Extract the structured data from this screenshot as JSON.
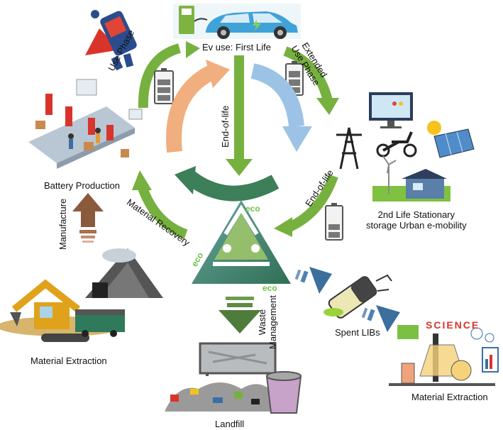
{
  "labels": {
    "ev_first_life": "Ev use: First Life",
    "use_phase": "Use Phase",
    "extended_line1": "Extended",
    "extended_line2": "Use Phase",
    "end_of_life_center": "End-of-life",
    "end_of_life_right": "End-of-life",
    "battery_production": "Battery Production",
    "second_life_line1": "2nd Life Stationary",
    "second_life_line2": "storage Urban e-mobility",
    "manufacture": "Manufacture",
    "material_recovery": "Material Recovery",
    "waste_line1": "Waste",
    "waste_line2": "Management",
    "spent_libs": "Spent LIBs",
    "material_extraction_left": "Material Extraction",
    "material_extraction_right": "Material Extraction",
    "landfill": "Landfill",
    "eco_1": "eco",
    "eco_2": "eco",
    "eco_3": "eco",
    "science": "SCIENCE"
  },
  "colors": {
    "outer_green": "#76b13f",
    "inner_orange": "#f1ae7f",
    "inner_blue": "#9cc3e6",
    "inner_green": "#5a9e62",
    "inner_dark_green": "#3d7f58",
    "landfill_arrow": "#4f7c3a",
    "blue_arrow": "#3c6f9c",
    "manufacture_arrow": "#8a5a3c",
    "car": "#3fa3d8"
  }
}
